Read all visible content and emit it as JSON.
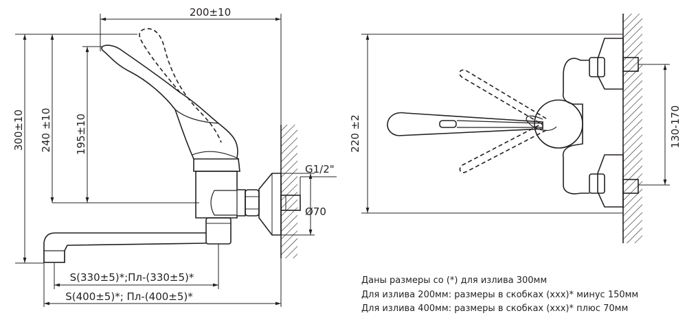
{
  "left_view": {
    "dims": {
      "width_top": "200±10",
      "height_total": "300±10",
      "height_240": "240 ±10",
      "height_195": "195±10",
      "thread": "G1/2\"",
      "diameter": "Ø70",
      "spout_330": "S(330±5)*;Пл-(330±5)*",
      "spout_400": "S(400±5)*; Пл-(400±5)*"
    }
  },
  "right_view": {
    "dims": {
      "height_220": "220 ±2",
      "spacing": "130-170"
    }
  },
  "notes": [
    "Даны размеры со (*) для излива 300мм",
    "Для излива 200мм: размеры в скобках (ххх)* минус 150мм",
    "Для излива 400мм: размеры в скобках (ххх)* плюс 70мм"
  ]
}
